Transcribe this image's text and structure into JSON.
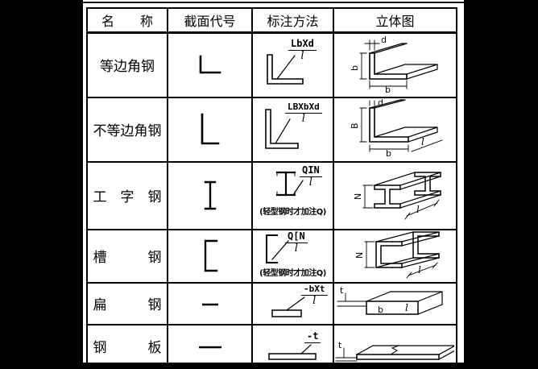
{
  "window": {
    "background": "#000000",
    "paper_color": "#ffffff",
    "line_color": "#000000"
  },
  "table": {
    "headers": {
      "name": "名　　称",
      "symbol": "截面代号",
      "method": "标注方法",
      "iso": "立体图"
    },
    "rows": [
      {
        "name": "等边角钢",
        "symbol": "equal-angle",
        "annotation": {
          "num": "LbXd",
          "den": "l"
        },
        "iso": {
          "top": "d",
          "left": "b",
          "bottom": "b"
        }
      },
      {
        "name": "不等边角钢",
        "symbol": "unequal-angle",
        "annotation": {
          "num": "LBXbXd",
          "den": "l"
        },
        "iso": {
          "top": "d",
          "left": "B",
          "bottom": "b",
          "length": "l"
        }
      },
      {
        "name": "工　字　钢",
        "symbol": "i-beam",
        "annotation": {
          "num": "QIN",
          "den": "l",
          "note": "(轻型钢时才加注Q)"
        },
        "iso": {
          "left": "N",
          "length": "l"
        }
      },
      {
        "name": "槽　　　钢",
        "symbol": "channel",
        "annotation": {
          "num": "Q[N",
          "den": "l",
          "note": "(轻型钢时才加注Q)"
        },
        "iso": {
          "left": "N",
          "length": "l"
        }
      },
      {
        "name": "扁　　　钢",
        "symbol": "flat-bar",
        "annotation": {
          "num": "-bXt",
          "den": "l"
        },
        "iso": {
          "left": "t",
          "front": "b",
          "length": "l"
        }
      },
      {
        "name": "钢　　　板",
        "symbol": "steel-plate",
        "annotation": {
          "num": "-t"
        },
        "iso": {
          "left": "t"
        }
      }
    ]
  }
}
